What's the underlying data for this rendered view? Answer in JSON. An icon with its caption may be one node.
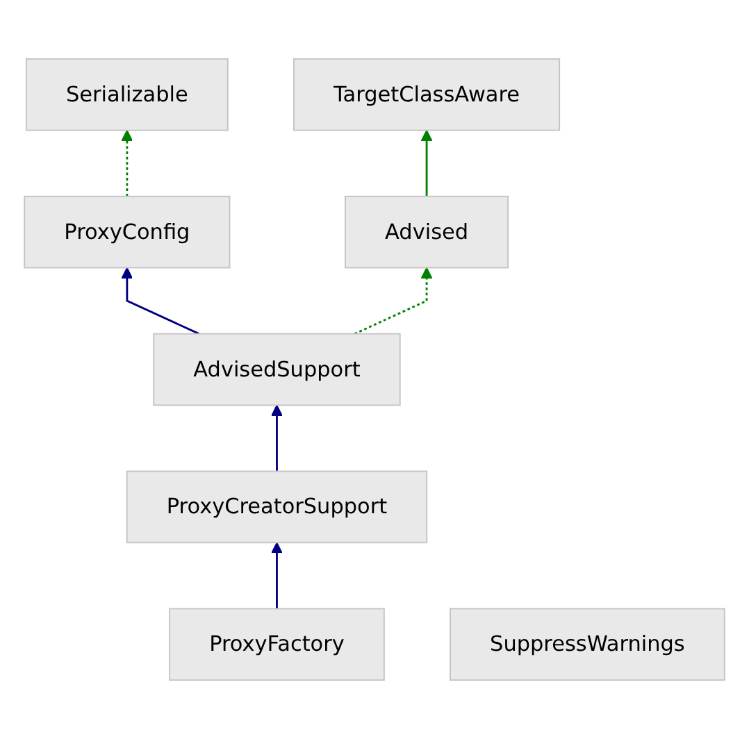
{
  "diagram": {
    "nodes": [
      {
        "text": [
          "Serializable"
        ]
      },
      {
        "text": [
          "TargetClassAware"
        ]
      },
      {
        "text": [
          "ProxyConfig"
        ]
      },
      {
        "text": [
          "Advised"
        ]
      },
      {
        "text": [
          "AdvisedSupport"
        ]
      },
      {
        "text": [
          "ProxyCreatorSupport"
        ]
      },
      {
        "text": [
          "ProxyFactory"
        ]
      },
      {
        "text": [
          "SuppressWarnings"
        ]
      }
    ],
    "edges": [
      {
        "from": 2,
        "to": 0,
        "arrow": "to",
        "style": "dashed",
        "color": "#008000"
      },
      {
        "from": 3,
        "to": 1,
        "arrow": "to",
        "color": "#008000"
      },
      {
        "from": 4,
        "to": 2,
        "arrow": "to",
        "color": "#000080"
      },
      {
        "from": 4,
        "to": 3,
        "arrow": "to",
        "style": "dashed",
        "color": "#008000"
      },
      {
        "from": 5,
        "to": 4,
        "arrow": "to",
        "color": "#000080"
      },
      {
        "from": 6,
        "to": 5,
        "arrow": "to",
        "color": "#000080"
      }
    ]
  }
}
